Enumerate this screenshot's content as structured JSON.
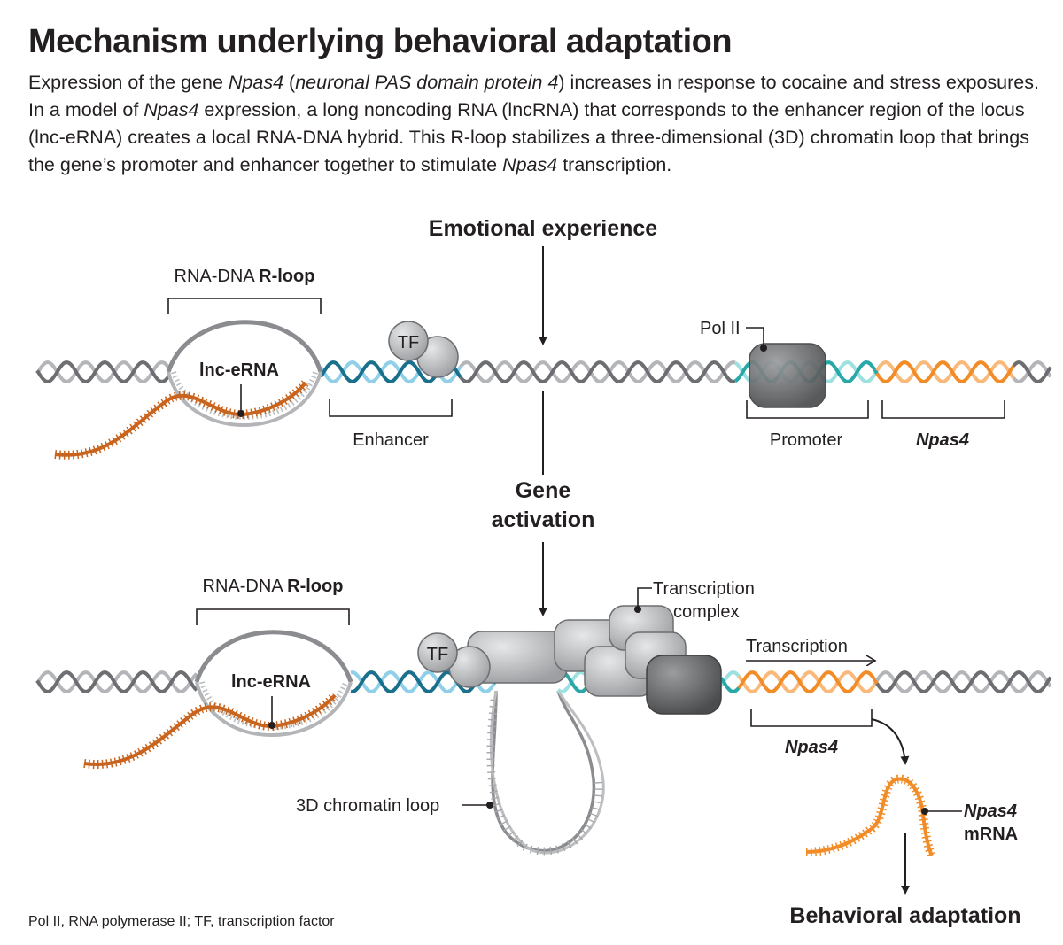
{
  "title": "Mechanism underlying behavioral adaptation",
  "description": [
    {
      "t": "Expression of the gene ",
      "i": false
    },
    {
      "t": "Npas4",
      "i": true
    },
    {
      "t": " (",
      "i": false
    },
    {
      "t": "neuronal PAS domain protein 4",
      "i": true
    },
    {
      "t": ") increases in response to cocaine and stress exposures.  In a model of ",
      "i": false
    },
    {
      "t": "Npas4",
      "i": true
    },
    {
      "t": " expression, a long noncoding RNA (lncRNA) that corresponds to the enhancer region of the locus (lnc-eRNA) creates a local RNA-DNA hybrid. This R-loop stabilizes a three-dimensional (3D) chromatin loop that brings the gene’s promoter and enhancer together to stimulate ",
      "i": false
    },
    {
      "t": "Npas4",
      "i": true
    },
    {
      "t": " transcription.",
      "i": false
    }
  ],
  "labels": {
    "emotional_experience": "Emotional experience",
    "gene": "Gene",
    "activation": "activation",
    "behavioral_adaptation": "Behavioral adaptation",
    "rloop_prefix": "RNA-DNA ",
    "rloop_bold": "R-loop",
    "lnc_erna": "lnc-eRNA",
    "tf": "TF",
    "enhancer": "Enhancer",
    "pol2": "Pol II",
    "promoter": "Promoter",
    "npas4": "Npas4",
    "transcription_complex_1": "Transcription",
    "transcription_complex_2": "complex",
    "transcription": "Transcription",
    "chromatin_loop": "3D chromatin loop",
    "npas4_mrna_1": "Npas4",
    "npas4_mrna_2": "mRNA",
    "footnote": "Pol II, RNA polymerase II; TF, transcription factor"
  },
  "colors": {
    "text": "#231f20",
    "dna_gray_dark": "#6d6e71",
    "dna_gray_light": "#b3b5b8",
    "enhancer_dark": "#1a6f8c",
    "enhancer_light": "#8fd0e8",
    "promoter_dark": "#2aa7a7",
    "promoter_light": "#9ee0e0",
    "npas4_orange": "#f28c28",
    "npas4_orange_light": "#f9b97a",
    "rna_orange": "#c8641e",
    "protein_gray": "#a7a9ac",
    "protein_dark": "#5e6062"
  }
}
